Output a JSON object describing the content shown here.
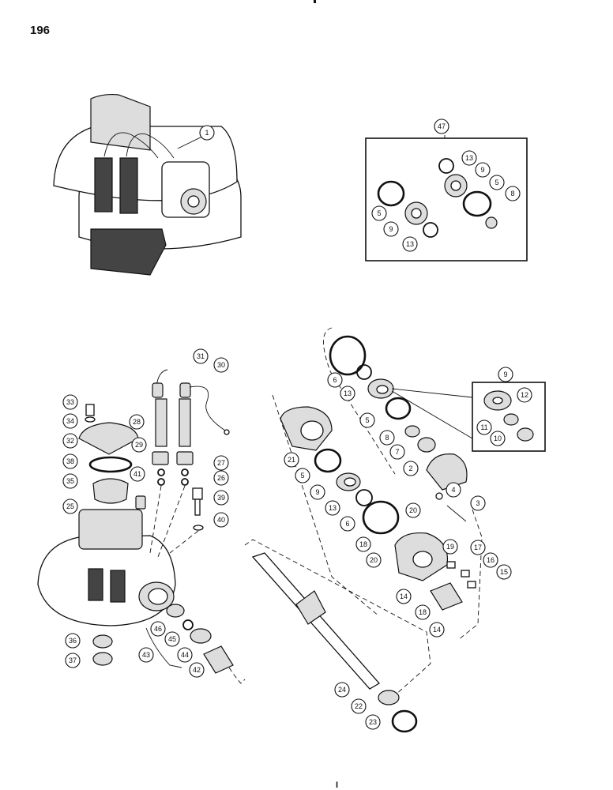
{
  "page_number": "196",
  "bottom_mark": "I",
  "kit_box_label": "47",
  "detail_box_label": "9",
  "callouts": [
    {
      "id": "c1",
      "label": "1"
    },
    {
      "id": "c47",
      "label": "47"
    },
    {
      "id": "c13a",
      "label": "13"
    },
    {
      "id": "c9a",
      "label": "9"
    },
    {
      "id": "c5a",
      "label": "5"
    },
    {
      "id": "c8a",
      "label": "8"
    },
    {
      "id": "c5b",
      "label": "5"
    },
    {
      "id": "c9b",
      "label": "9"
    },
    {
      "id": "c13b",
      "label": "13"
    },
    {
      "id": "c31",
      "label": "31"
    },
    {
      "id": "c30",
      "label": "30"
    },
    {
      "id": "c33",
      "label": "33"
    },
    {
      "id": "c34",
      "label": "34"
    },
    {
      "id": "c32",
      "label": "32"
    },
    {
      "id": "c28",
      "label": "28"
    },
    {
      "id": "c29",
      "label": "29"
    },
    {
      "id": "c27",
      "label": "27"
    },
    {
      "id": "c26",
      "label": "26"
    },
    {
      "id": "c38",
      "label": "38"
    },
    {
      "id": "c35",
      "label": "35"
    },
    {
      "id": "c41",
      "label": "41"
    },
    {
      "id": "c39",
      "label": "39"
    },
    {
      "id": "c25",
      "label": "25"
    },
    {
      "id": "c40",
      "label": "40"
    },
    {
      "id": "c46",
      "label": "46"
    },
    {
      "id": "c45",
      "label": "45"
    },
    {
      "id": "c44",
      "label": "44"
    },
    {
      "id": "c43",
      "label": "43"
    },
    {
      "id": "c42",
      "label": "42"
    },
    {
      "id": "c36",
      "label": "36"
    },
    {
      "id": "c37",
      "label": "37"
    },
    {
      "id": "c6a",
      "label": "6"
    },
    {
      "id": "c13c",
      "label": "13"
    },
    {
      "id": "c5c",
      "label": "5"
    },
    {
      "id": "c8b",
      "label": "8"
    },
    {
      "id": "c7",
      "label": "7"
    },
    {
      "id": "c2",
      "label": "2"
    },
    {
      "id": "c4",
      "label": "4"
    },
    {
      "id": "c3",
      "label": "3"
    },
    {
      "id": "c9c",
      "label": "9"
    },
    {
      "id": "c12",
      "label": "12"
    },
    {
      "id": "c11",
      "label": "11"
    },
    {
      "id": "c10",
      "label": "10"
    },
    {
      "id": "c21",
      "label": "21"
    },
    {
      "id": "c5d",
      "label": "5"
    },
    {
      "id": "c9d",
      "label": "9"
    },
    {
      "id": "c13d",
      "label": "13"
    },
    {
      "id": "c6b",
      "label": "6"
    },
    {
      "id": "c20a",
      "label": "20"
    },
    {
      "id": "c18a",
      "label": "18"
    },
    {
      "id": "c20b",
      "label": "20"
    },
    {
      "id": "c19",
      "label": "19"
    },
    {
      "id": "c17",
      "label": "17"
    },
    {
      "id": "c16",
      "label": "16"
    },
    {
      "id": "c15",
      "label": "15"
    },
    {
      "id": "c14a",
      "label": "14"
    },
    {
      "id": "c18b",
      "label": "18"
    },
    {
      "id": "c14b",
      "label": "14"
    },
    {
      "id": "c24",
      "label": "24"
    },
    {
      "id": "c22",
      "label": "22"
    },
    {
      "id": "c23",
      "label": "23"
    }
  ]
}
